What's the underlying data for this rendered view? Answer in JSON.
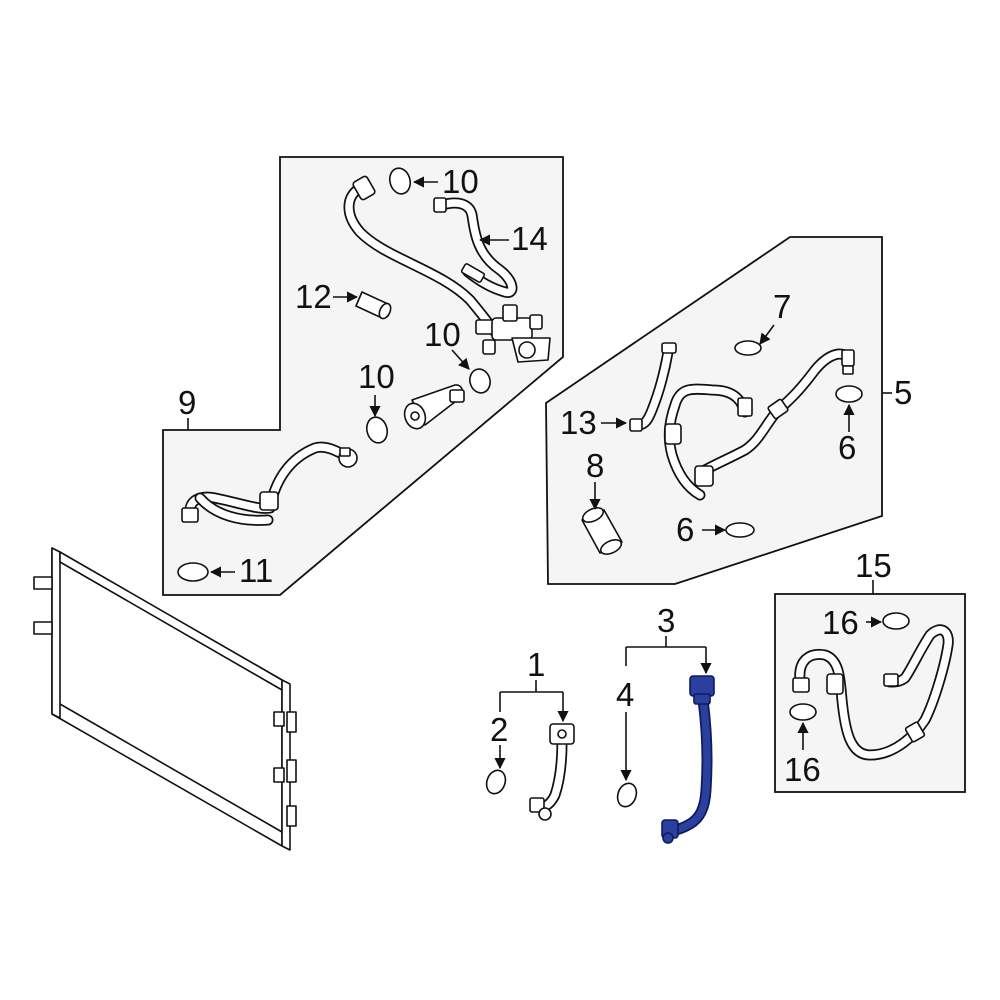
{
  "colors": {
    "highlight": "#2b3f9f",
    "panel_fill": "#f5f5f5",
    "line": "#111111"
  },
  "callouts": {
    "c1": "1",
    "c2": "2",
    "c3": "3",
    "c4": "4",
    "c5": "5",
    "c6a": "6",
    "c6b": "6",
    "c7": "7",
    "c8": "8",
    "c9": "9",
    "c10a": "10",
    "c10b": "10",
    "c10c": "10",
    "c11": "11",
    "c12": "12",
    "c13": "13",
    "c14": "14",
    "c15": "15",
    "c16a": "16",
    "c16b": "16"
  },
  "highlighted_part": "3"
}
